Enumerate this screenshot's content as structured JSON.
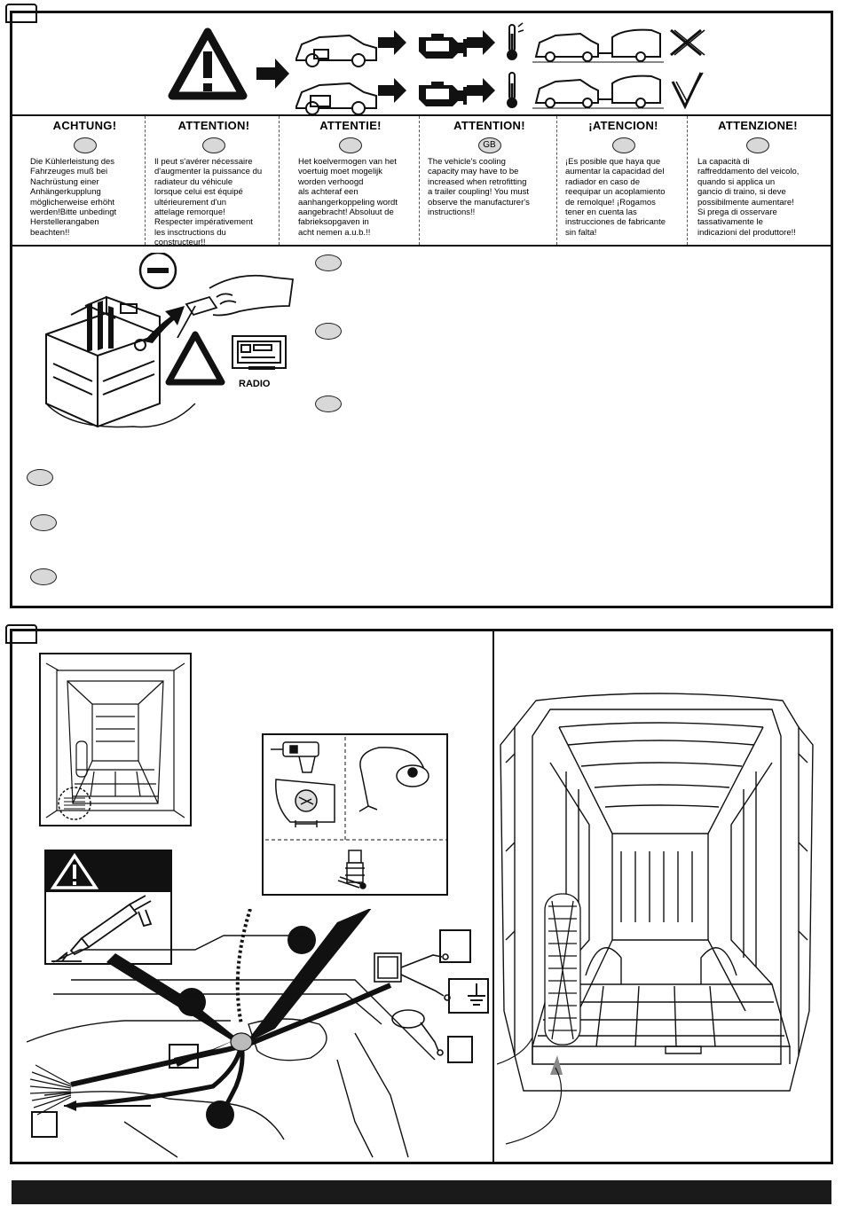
{
  "warnings": [
    {
      "title": "ACHTUNG!",
      "code": "",
      "text": "Die Kühlerleistung des\nFahrzeuges muß bei\nNachrüstung einer\nAnhängerkupplung\nmöglicherweise erhöht\nwerden!Bitte unbedingt\nHerstellerangaben\nbeachten!!"
    },
    {
      "title": "ATTENTION!",
      "code": "",
      "text": "Il peut s'avérer nécessaire\nd'augmenter la puissance du\nradiateur du véhicule\nlorsque celui est équipé\nultérieurement d'un\nattelage remorque!\nRespecter impérativement\nles insctructions du\nconstructeur!!"
    },
    {
      "title": "ATTENTIE!",
      "code": "",
      "text": "Het koelvermogen van het\nvoertuig moet mogelijk\nworden verhoogd\nals achteraf een\naanhangerkoppeling wordt\naangebracht! Absoluut de\nfabrieksopgaven in\nacht nemen a.u.b.!!"
    },
    {
      "title": "ATTENTION!",
      "code": "GB",
      "text": "The vehicle's cooling\ncapacity may have to be\nincreased when retrofitting\na trailer coupling! You must\nobserve the manufacturer's\ninstructions!!"
    },
    {
      "title": "¡ATENCION!",
      "code": "",
      "text": "¡Es posible que haya que\naumentar la capacidad del\nradiador en caso de\nreequipar un acoplamiento\nde remolque! ¡Rogamos\ntener en cuenta las\ninstrucciones de fabricante\nsin falta!"
    },
    {
      "title": "ATTENZIONE!",
      "code": "",
      "text": "La capacità di\nraffreddamento del veicolo,\nquando si applica un\ngancio di traino, si deve\npossibilmente aumentare!\nSi prega di osservare\ntassativamente le\nindicazioni del produttore!!"
    }
  ],
  "battery": {
    "minus_sign": "−",
    "radio_label": "RADIO"
  },
  "colors": {
    "ink": "#111111",
    "oval_fill": "#d8d8d8",
    "footer_bar": "#1a1a1a"
  }
}
